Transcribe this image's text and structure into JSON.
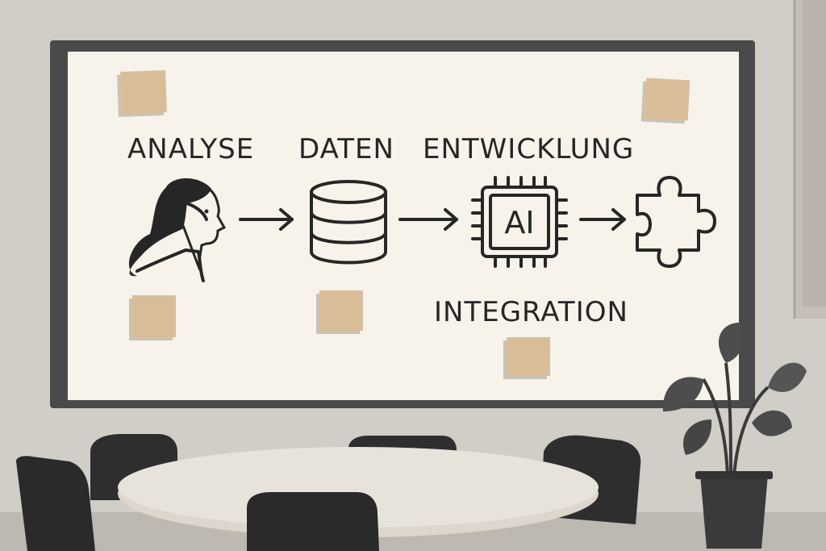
{
  "whiteboard": {
    "steps": [
      {
        "id": "analyse",
        "label": "ANALYSE",
        "icon": "person-profile-icon"
      },
      {
        "id": "daten",
        "label": "DATEN",
        "icon": "database-icon"
      },
      {
        "id": "entwicklung",
        "label": "ENTWICKLUNG",
        "icon": "ai-chip-icon",
        "chip_label": "AI"
      },
      {
        "id": "integration",
        "label": "INTEGRATION",
        "icon": "puzzle-piece-icon"
      }
    ]
  },
  "colors": {
    "wall": "#d1cdc7",
    "board_frame": "#4a4a4a",
    "board_surface": "#f7f3ea",
    "sticky_note": "#d8bd98",
    "ink": "#262626",
    "chair": "#2e2e2e",
    "table": "#e8e3da",
    "plant": "#4a4a4a"
  }
}
